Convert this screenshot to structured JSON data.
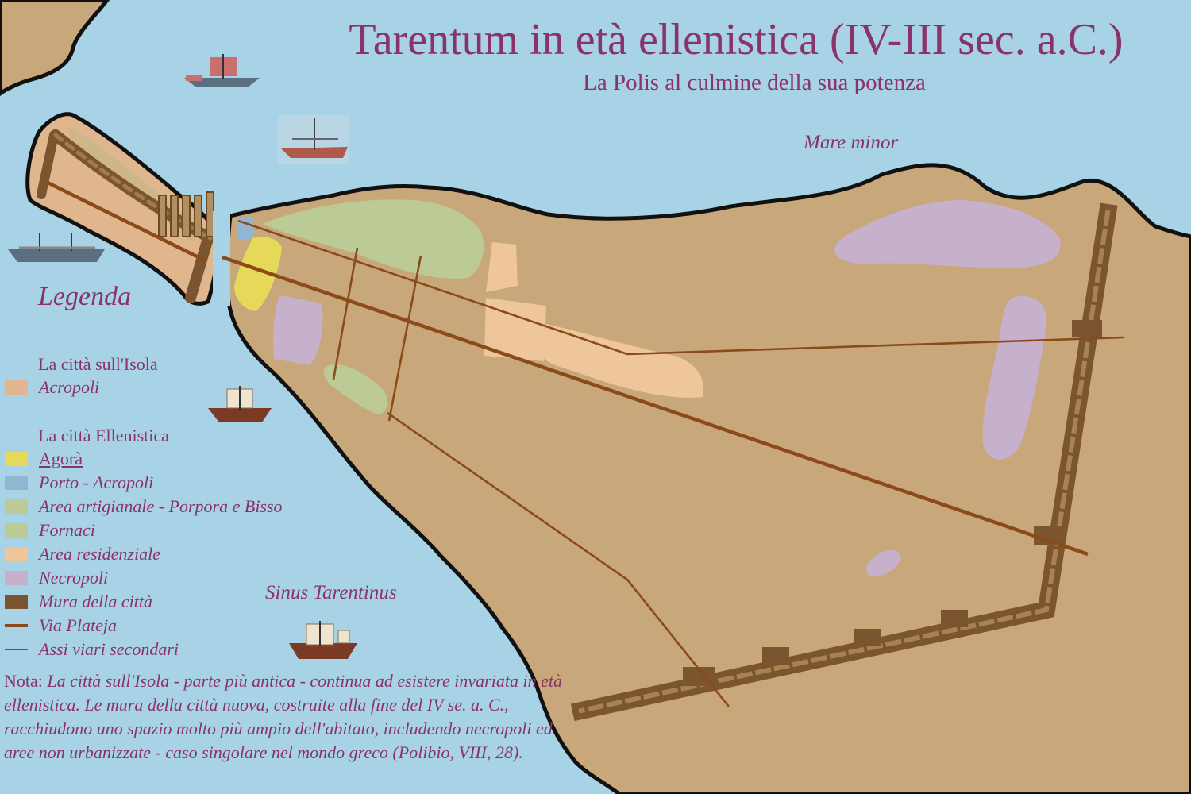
{
  "title": "Tarentum in età ellenistica (IV-III sec. a.C.)",
  "subtitle": "La Polis al culmine della sua potenza",
  "labels": {
    "mare_minor": "Mare minor",
    "sinus": "Sinus Tarentinus"
  },
  "legend": {
    "title": "Legenda",
    "group_island": "La città sull'Isola",
    "acropoli": "Acropoli",
    "group_hellenistic": "La città Ellenistica",
    "agora": "Agorà",
    "porto": "Porto - Acropoli",
    "artigianale": "Area artigianale - Porpora e Bisso",
    "fornaci": "Fornaci",
    "residenziale": "Area residenziale",
    "necropoli": "Necropoli",
    "mura": "Mura della città",
    "plateja": "Via Plateja",
    "secondari": "Assi viari secondari"
  },
  "note": {
    "prefix": "Nota:",
    "text": "La città sull'Isola - parte più antica - continua ad esistere invariata in età ellenistica. Le mura della città nuova, costruite alla fine del IV se. a. C., racchiudono uno spazio molto più ampio dell'abitato, includendo necropoli ed aree non urbanizzate - caso singolare nel mondo greco (Polibio, VIII, 28)."
  },
  "colors": {
    "sea": "#a8d3e6",
    "land": "#c8a87a",
    "acropoli": "#dfb68d",
    "agora": "#e6d95a",
    "porto": "#8fb6d2",
    "artigianale": "#bccb96",
    "fornaci": "#bccb96",
    "residenziale": "#efc59a",
    "necropoli": "#c6b0cc",
    "mura": "#7a5530",
    "road": "#8b4a1a",
    "text": "#8a3369"
  }
}
